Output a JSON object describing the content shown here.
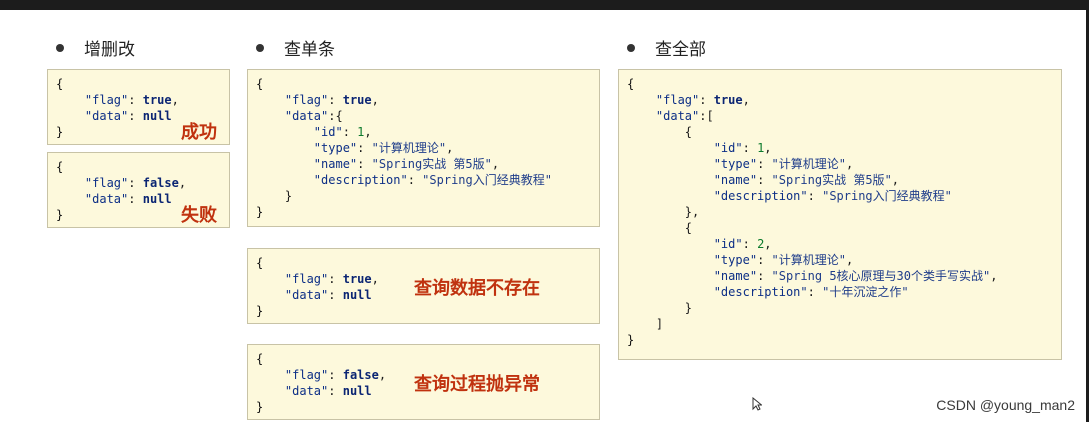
{
  "sections": {
    "crud_title": "增删改",
    "single_title": "查单条",
    "all_title": "查全部"
  },
  "tags": {
    "success": "成功",
    "fail": "失败",
    "not_exist": "查询数据不存在",
    "exception": "查询过程抛异常"
  },
  "watermark": "CSDN @young_man2",
  "accent_color": "#c0320f",
  "box_color": "#fdf9dc",
  "records": {
    "book1": {
      "id": "1",
      "type": "计算机理论",
      "name": "Spring实战 第5版",
      "description": "Spring入门经典教程"
    },
    "book2": {
      "id": "2",
      "type": "计算机理论",
      "name": "Spring 5核心原理与30个类手写实战",
      "description": "十年沉淀之作"
    }
  }
}
